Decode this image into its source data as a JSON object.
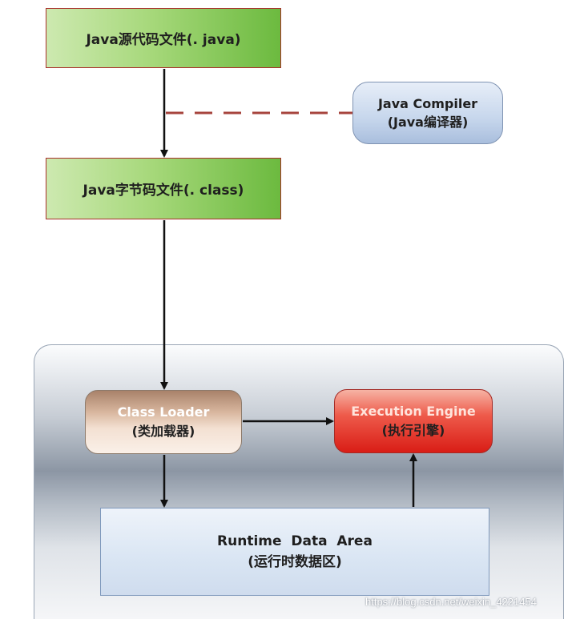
{
  "diagram": {
    "source_file": "Java源代码文件(. java)",
    "bytecode_file": "Java字节码文件(. class)",
    "compiler": {
      "line1": "Java Compiler",
      "line2": "(Java编译器)"
    },
    "class_loader": {
      "line1": "Class Loader",
      "line2": "(类加载器)"
    },
    "execution_engine": {
      "line1": "Execution Engine",
      "line2": "(执行引擎)"
    },
    "runtime_data_area": {
      "line1": "Runtime  Data  Area",
      "line2": "(运行时数据区)"
    }
  },
  "watermark": "https://blog.csdn.net/weixin_4221454",
  "colors": {
    "arrow": "#111111",
    "dashed_connector": "#a7443d"
  }
}
